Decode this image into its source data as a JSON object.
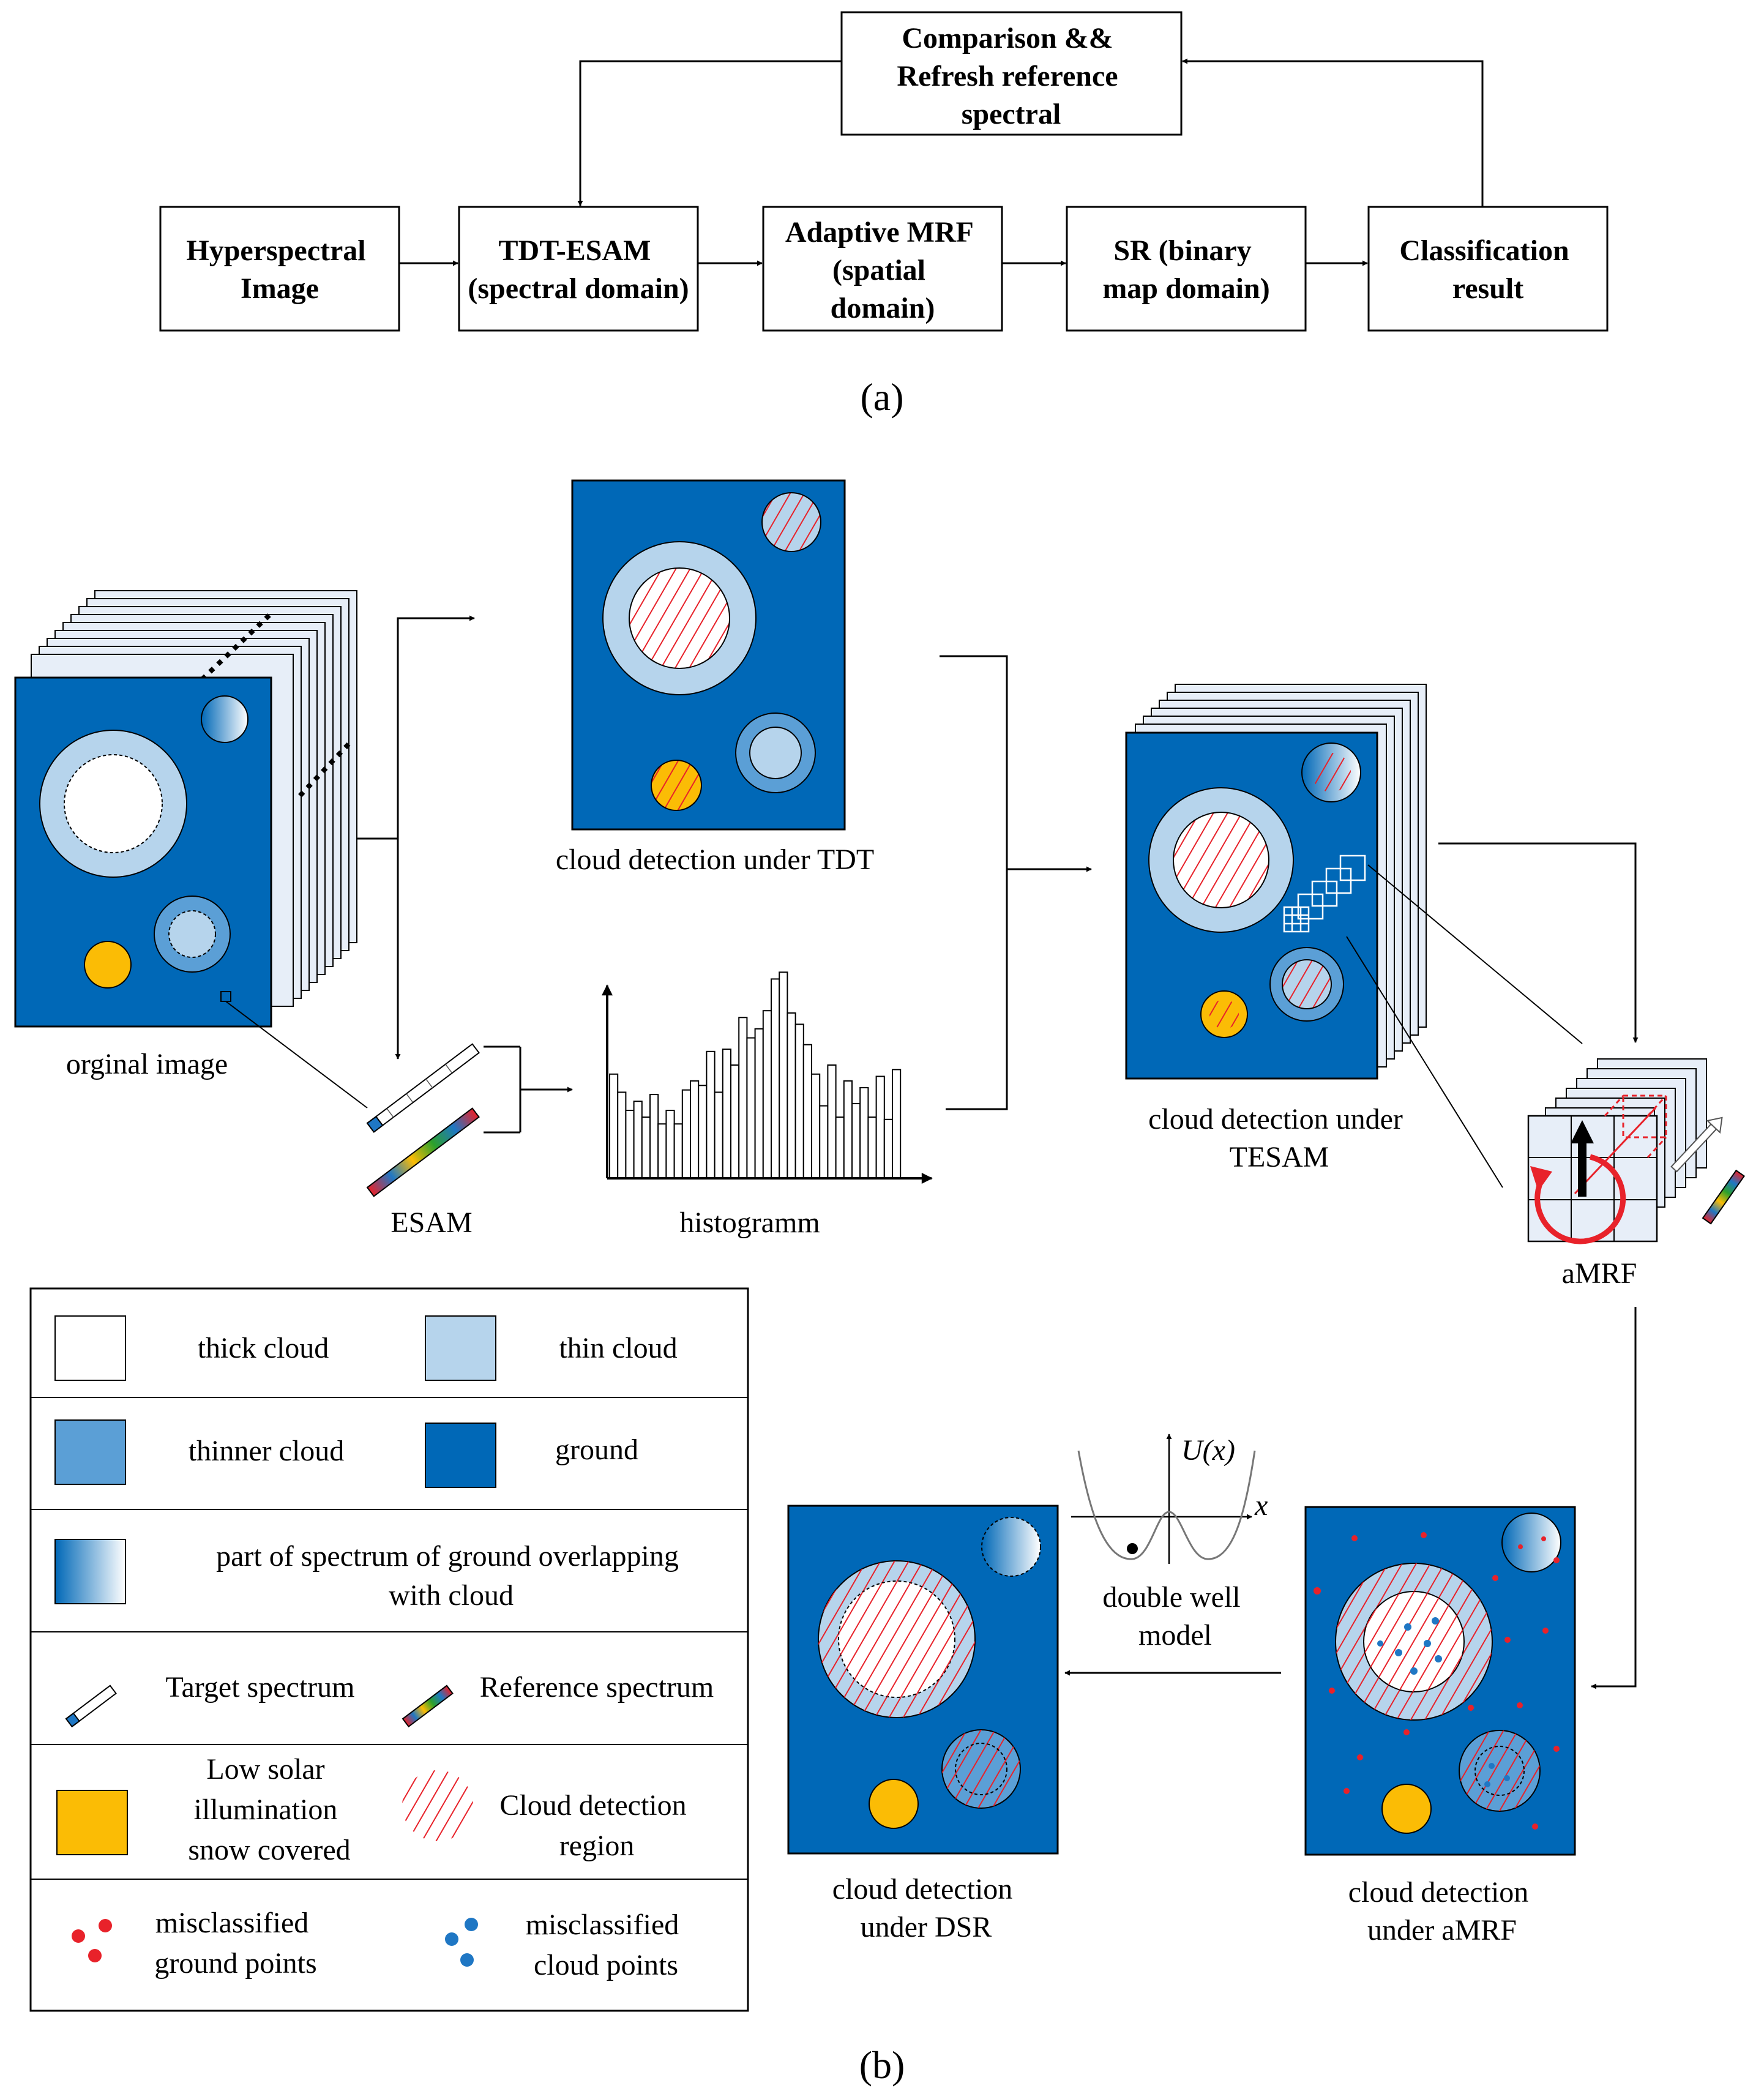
{
  "colors": {
    "ground": "#0068b7",
    "thin_cloud": "#b6d4ec",
    "thinner_cloud": "#5b9fd6",
    "thick_cloud": "#ffffff",
    "snow": "#fbbc05",
    "detection": "#e8222a",
    "misclassified_cloud": "#1f77c4",
    "sheet": "#e7eef8"
  },
  "panel_a": {
    "caption": "(a)",
    "feedback_box": [
      "Comparison &&",
      "Refresh reference",
      "spectral"
    ],
    "steps": [
      {
        "id": "hyperspectral",
        "lines": [
          "Hyperspectral",
          "Image"
        ]
      },
      {
        "id": "tdt-esam",
        "lines": [
          "TDT-ESAM",
          "(spectral domain)"
        ]
      },
      {
        "id": "adaptive-mrf",
        "lines": [
          "Adaptive MRF",
          "(spatial",
          "domain)"
        ]
      },
      {
        "id": "sr",
        "lines": [
          "SR (binary",
          "map domain)"
        ]
      },
      {
        "id": "classification",
        "lines": [
          "Classification",
          "result"
        ]
      }
    ]
  },
  "panel_b": {
    "caption": "(b)",
    "original_label": "orginal image",
    "tdt_label": "cloud detection under TDT",
    "tesam_label": [
      "cloud detection under",
      "TESAM"
    ],
    "esam_label": "ESAM",
    "histogram_label": "histogramm",
    "histogram_values": [
      46,
      38,
      30,
      34,
      27,
      37,
      24,
      30,
      24,
      39,
      43,
      41,
      56,
      38,
      57,
      50,
      71,
      62,
      66,
      74,
      88,
      91,
      73,
      68,
      59,
      46,
      32,
      50,
      27,
      43,
      33,
      40,
      27,
      45,
      26,
      48
    ],
    "amrf_label": "aMRF",
    "double_well": {
      "axis_y": "U(x)",
      "axis_x": "x",
      "label": [
        "double well",
        "model"
      ]
    },
    "dsr_label": [
      "cloud detection",
      "under DSR"
    ],
    "amrf_result_label": [
      "cloud detection",
      "under aMRF"
    ]
  },
  "legend": {
    "thick_cloud": "thick cloud",
    "thin_cloud": "thin cloud",
    "thinner_cloud": "thinner cloud",
    "ground": "ground",
    "overlap": [
      "part of spectrum of ground overlapping",
      "with cloud"
    ],
    "target_spectrum": "Target spectrum",
    "reference_spectrum": "Reference spectrum",
    "snow": [
      "Low solar",
      "illumination",
      "snow covered"
    ],
    "detection_region": [
      "Cloud detection",
      "region"
    ],
    "misclassified_ground": [
      "misclassified",
      "ground points"
    ],
    "misclassified_cloud": [
      "misclassified",
      "cloud points"
    ]
  }
}
